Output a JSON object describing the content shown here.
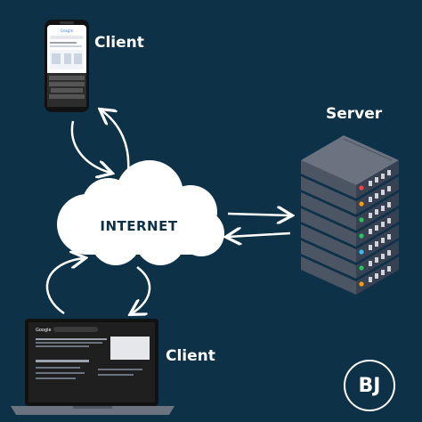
{
  "labels": {
    "client_top": "Client",
    "client_bottom": "Client",
    "server": "Server",
    "internet": "INTERNET",
    "badge": "BJ"
  },
  "colors": {
    "background": "#0d3147",
    "cloud": "#ffffff",
    "server_body": "#4b5563",
    "led_red": "#ef4444",
    "led_yellow": "#f59e0b",
    "led_green": "#22c55e",
    "led_blue": "#38bdf8"
  },
  "icons": [
    "smartphone-icon",
    "laptop-icon",
    "server-rack-icon",
    "cloud-icon",
    "arrow-icon"
  ]
}
